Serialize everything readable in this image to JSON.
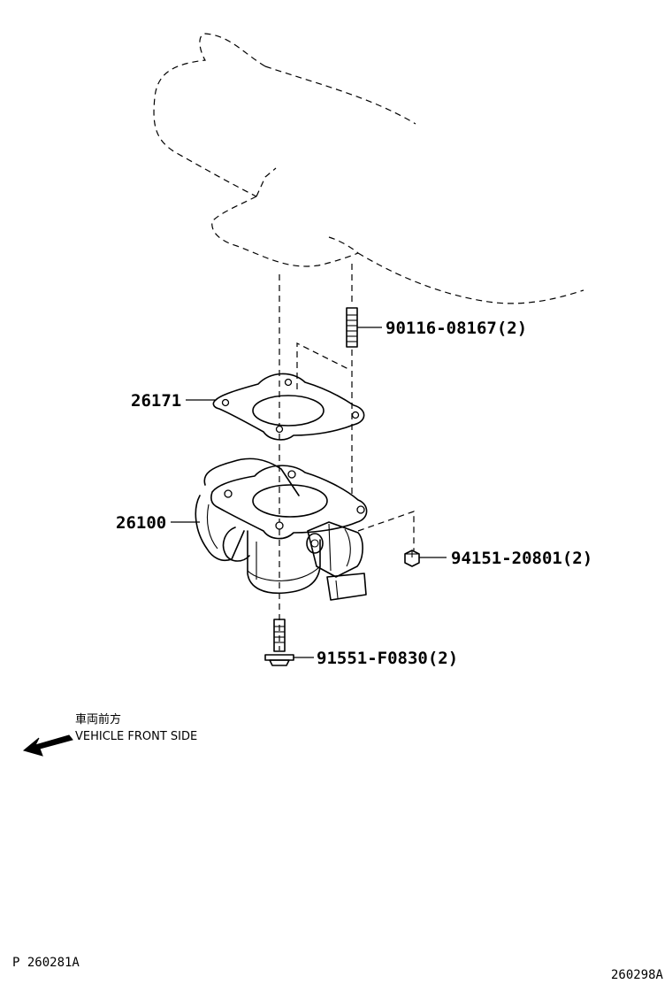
{
  "parts": [
    {
      "id": "stud",
      "number": "90116-08167(2)"
    },
    {
      "id": "gasket",
      "number": "26171"
    },
    {
      "id": "throttle_body",
      "number": "26100"
    },
    {
      "id": "nut",
      "number": "94151-20801(2)"
    },
    {
      "id": "bolt",
      "number": "91551-F0830(2)"
    }
  ],
  "orientation": {
    "japanese": "車両前方",
    "english": "VEHICLE FRONT SIDE",
    "arrow_icon": "left-down-arrow"
  },
  "footer": {
    "left_ref": "P 260281A",
    "right_ref": "260298A"
  }
}
